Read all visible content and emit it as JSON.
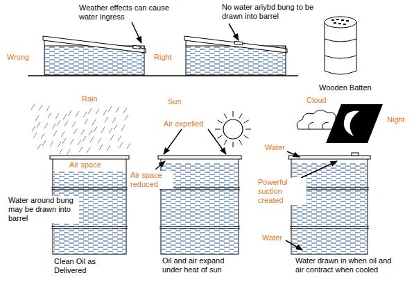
{
  "diagram": {
    "labels": [
      "Weather effects can cause water ingress",
      "No water ariybd bung to be drawn into barrel",
      "Wrong",
      "Right",
      "Wooden Batten",
      "Rain",
      "Air space",
      "Water around bung may be drawn into barrel",
      "Clean Oil as Delivered",
      "Sun",
      "Air expelled",
      "Air space reduced",
      "Oil and air expand under heat of sun",
      "Cloud",
      "Night",
      "Water",
      "Powerful suction created",
      "Water",
      "Water drawn in when oil and air contract when cooled"
    ]
  }
}
